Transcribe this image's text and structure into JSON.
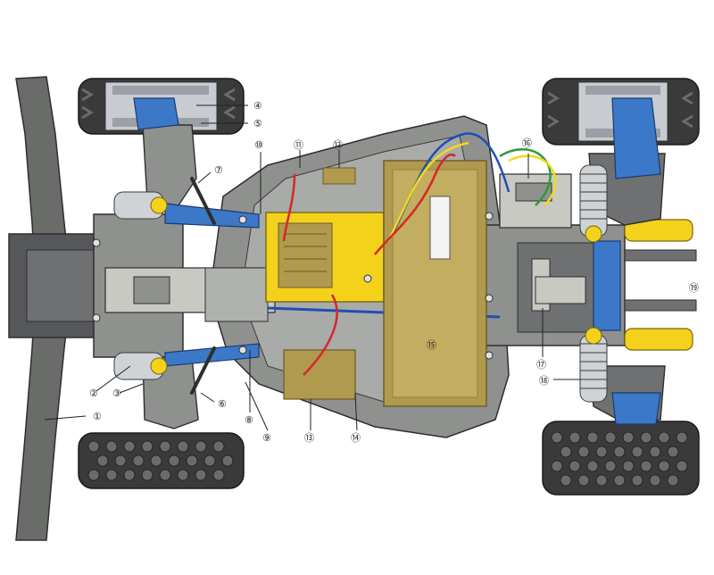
{
  "colors": {
    "chassis_gray": "#8f918f",
    "chassis_light": "#c9c9c4",
    "chassis_dark": "#5e605e",
    "suspension_blue": "#3c78c8",
    "suspension_blue_light": "#8ab4e6",
    "yellow": "#f4d21c",
    "tan": "#b09a4e",
    "tan_dark": "#8c7a3a",
    "tire": "#3a3a3a",
    "tire_tread": "#6b6b6b",
    "wheel_rim": "#c8ccd0",
    "wire_red": "#d8262a",
    "wire_blue": "#1f4fb4",
    "wire_yellow": "#f2d81e",
    "wire_green": "#2f9a3a",
    "white": "#f4f4f4"
  },
  "callouts": [
    {
      "label": "①"
    },
    {
      "label": "②"
    },
    {
      "label": "③"
    },
    {
      "label": "④"
    },
    {
      "label": "⑤"
    },
    {
      "label": "⑥"
    },
    {
      "label": "⑦"
    },
    {
      "label": "⑧"
    },
    {
      "label": "⑨"
    },
    {
      "label": "⑩"
    },
    {
      "label": "⑪"
    },
    {
      "label": "⑫"
    },
    {
      "label": "⑬"
    },
    {
      "label": "⑭"
    },
    {
      "label": "⑮"
    },
    {
      "label": "⑯"
    },
    {
      "label": "⑰"
    },
    {
      "label": "⑱"
    },
    {
      "label": "⑲"
    }
  ]
}
